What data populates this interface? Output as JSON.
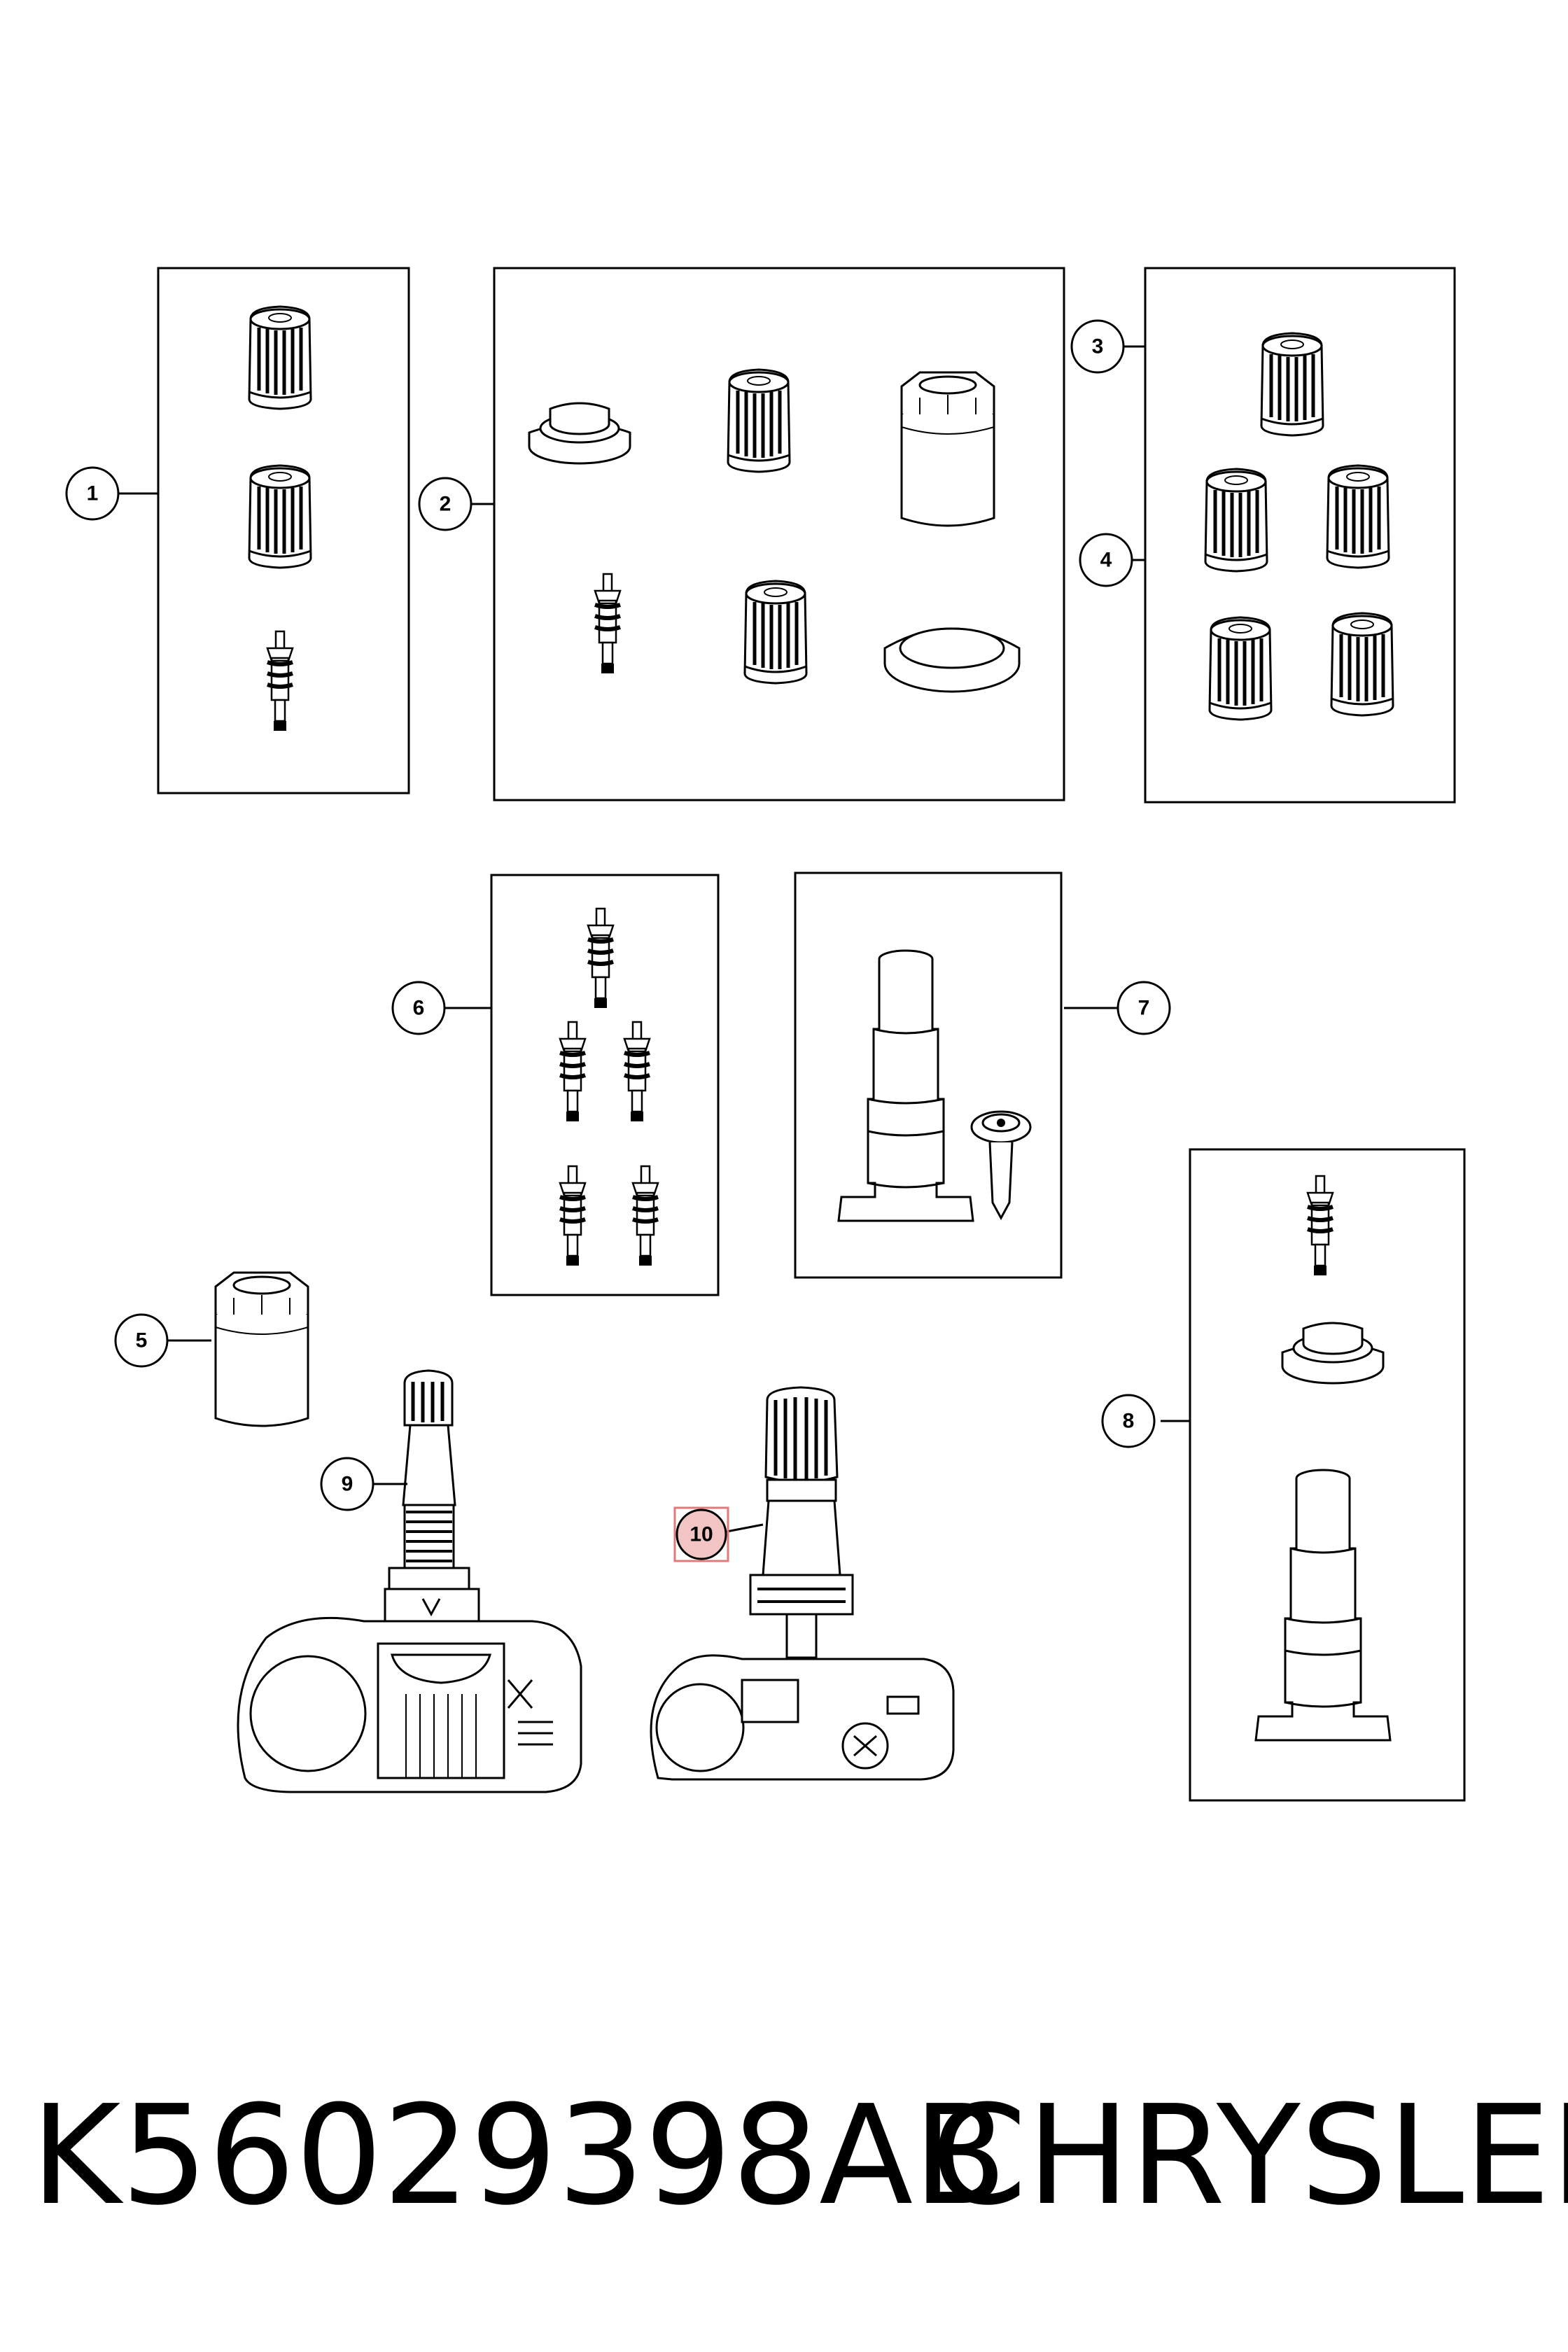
{
  "diagram": {
    "callouts": [
      {
        "id": "1",
        "label": "1",
        "highlighted": false
      },
      {
        "id": "2",
        "label": "2",
        "highlighted": false
      },
      {
        "id": "3",
        "label": "3",
        "highlighted": false
      },
      {
        "id": "4",
        "label": "4",
        "highlighted": false
      },
      {
        "id": "5",
        "label": "5",
        "highlighted": false
      },
      {
        "id": "6",
        "label": "6",
        "highlighted": false
      },
      {
        "id": "7",
        "label": "7",
        "highlighted": false
      },
      {
        "id": "8",
        "label": "8",
        "highlighted": false
      },
      {
        "id": "9",
        "label": "9",
        "highlighted": false
      },
      {
        "id": "10",
        "label": "10",
        "highlighted": true
      }
    ],
    "highlight_color": "#e07a7a",
    "highlight_fill": "#f2c4c4",
    "line_color": "#000000"
  },
  "footer": {
    "part_number": "K56029398AB",
    "brand": "CHRYSLER"
  }
}
